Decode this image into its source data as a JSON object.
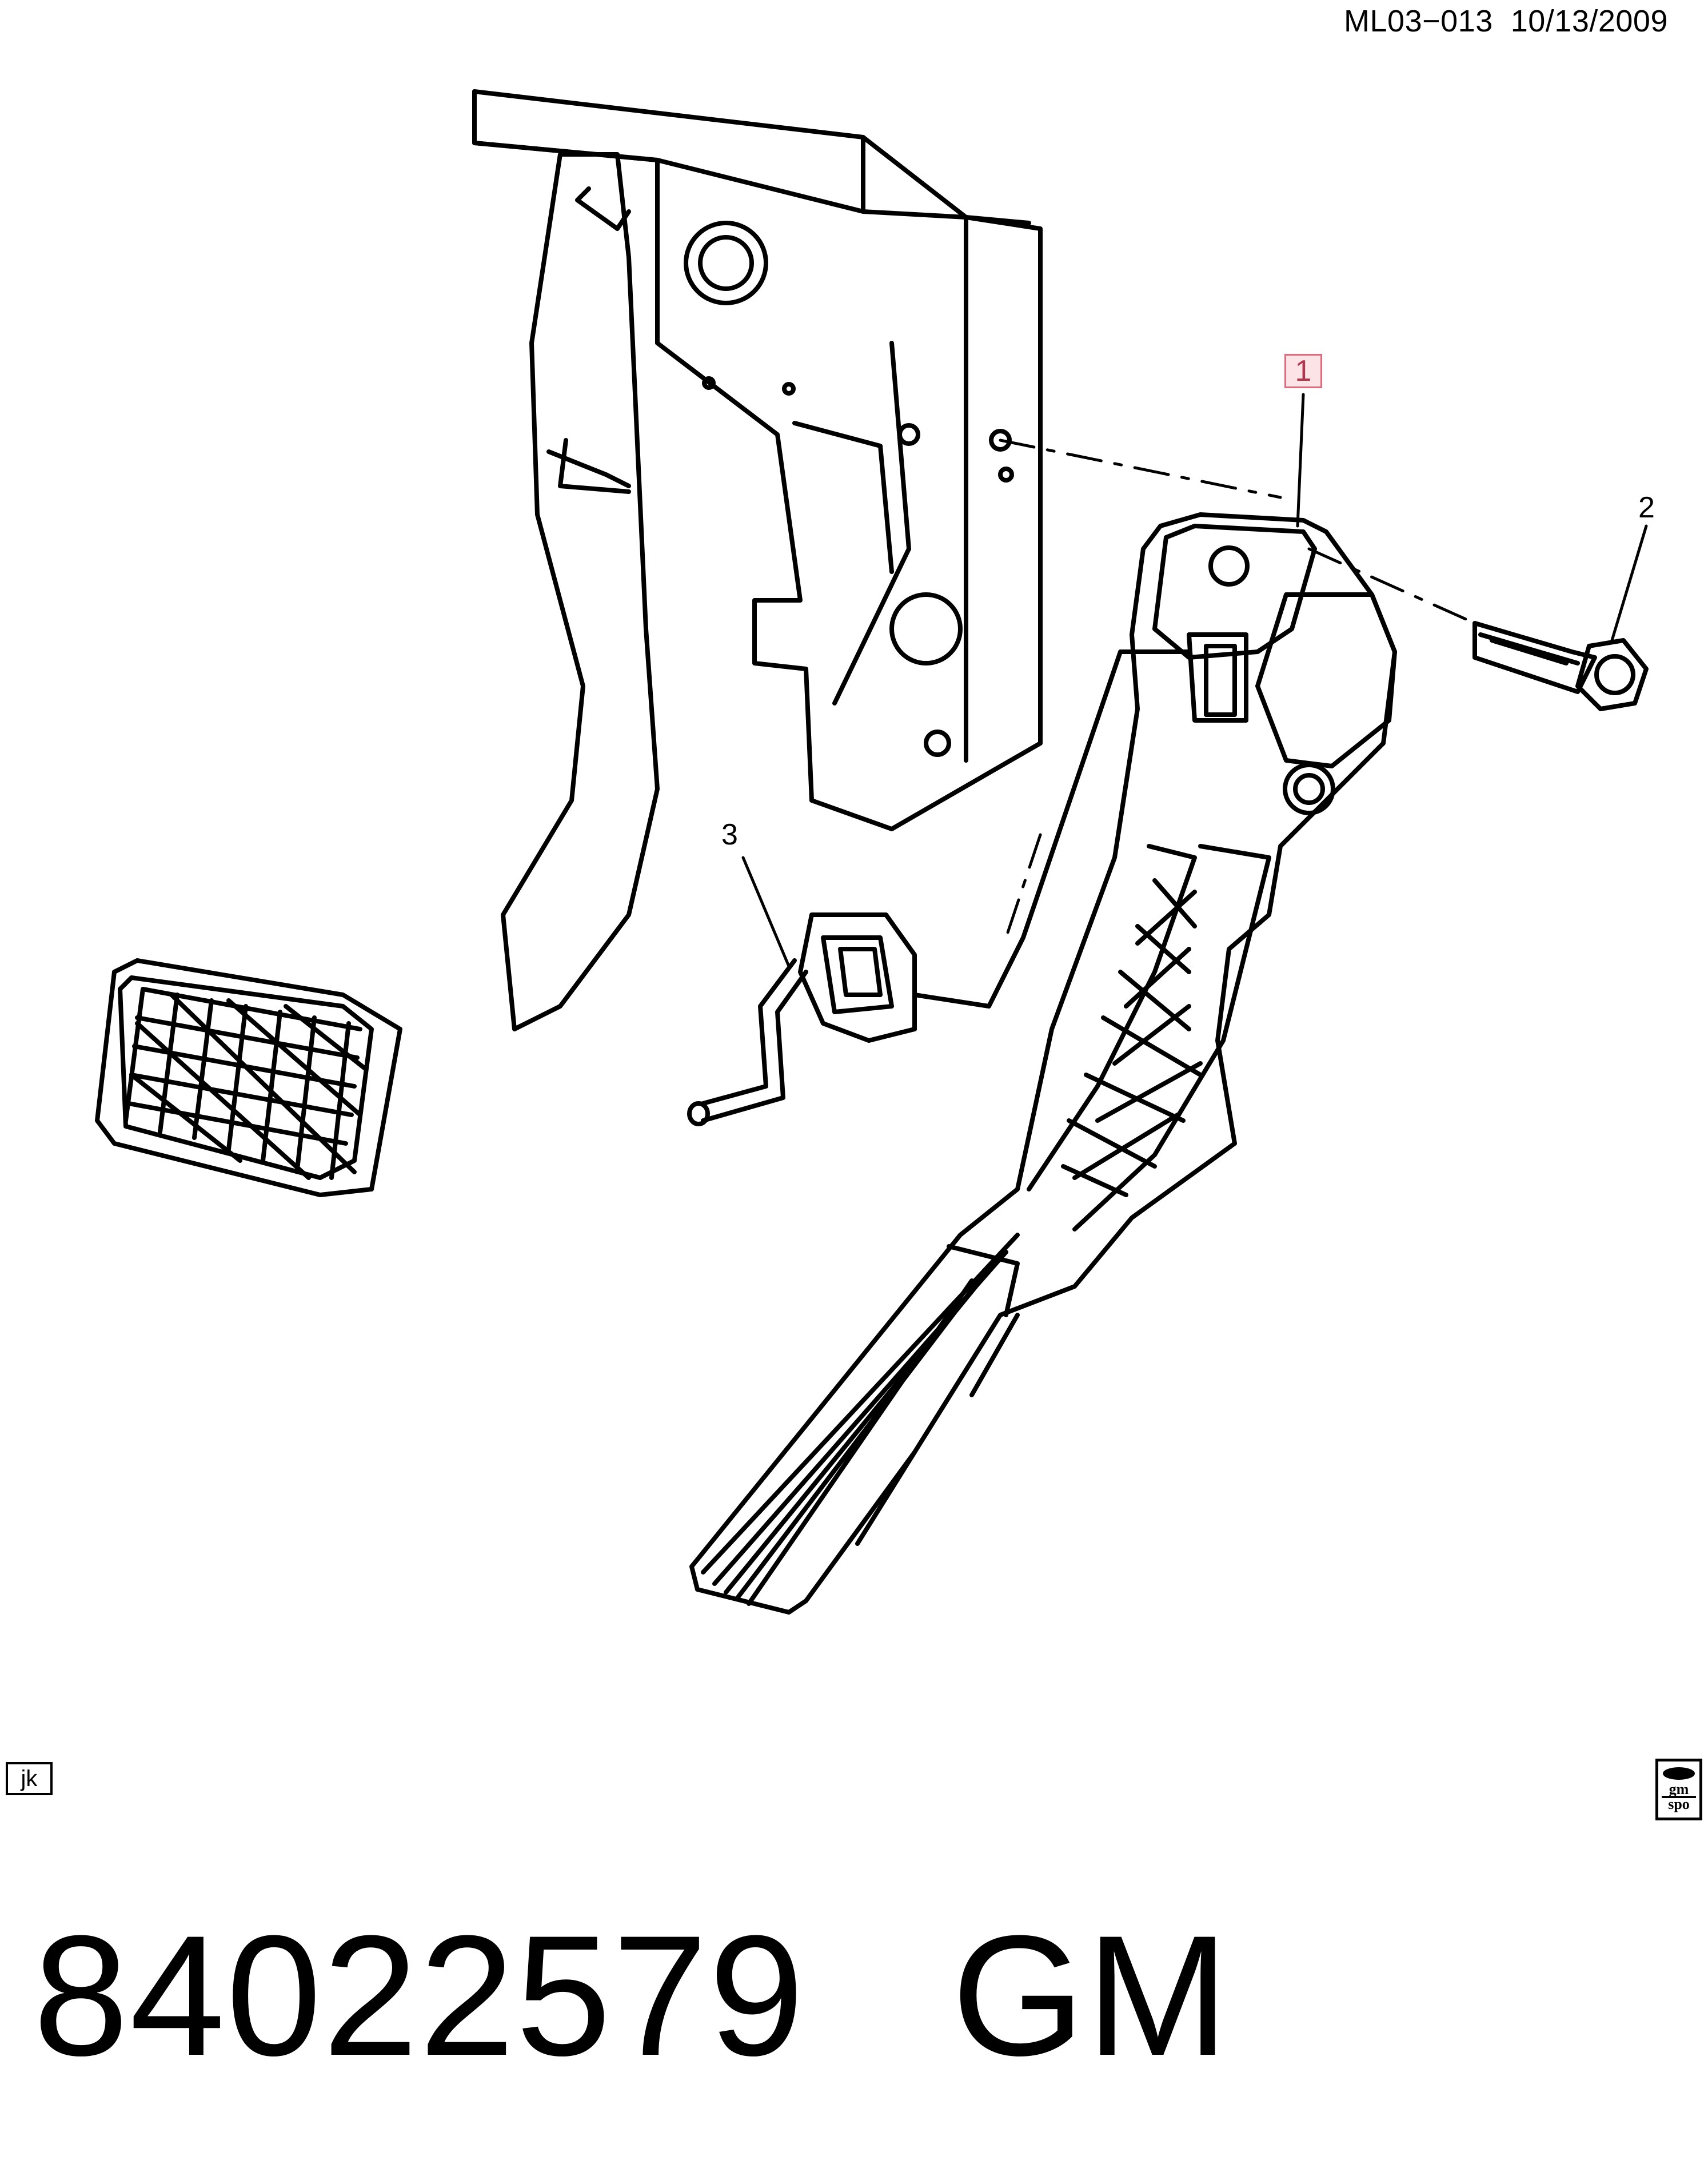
{
  "header": {
    "code": "ML03−013  10/13/2009"
  },
  "callouts": [
    {
      "id": "1",
      "label": "1",
      "highlighted": true,
      "highlight_color": "#e06a7c"
    },
    {
      "id": "2",
      "label": "2"
    },
    {
      "id": "3",
      "label": "3"
    }
  ],
  "corner_badges": {
    "left": "jk",
    "right_logo": "gm-spo-logo"
  },
  "footer": {
    "part_number": "84022579",
    "brand": "GM",
    "full": "84022579   GM"
  },
  "colors": {
    "line": "#000000",
    "background": "#ffffff",
    "callout_highlight_fill": "#fbe3e6",
    "callout_highlight_border": "#e06a7c"
  }
}
